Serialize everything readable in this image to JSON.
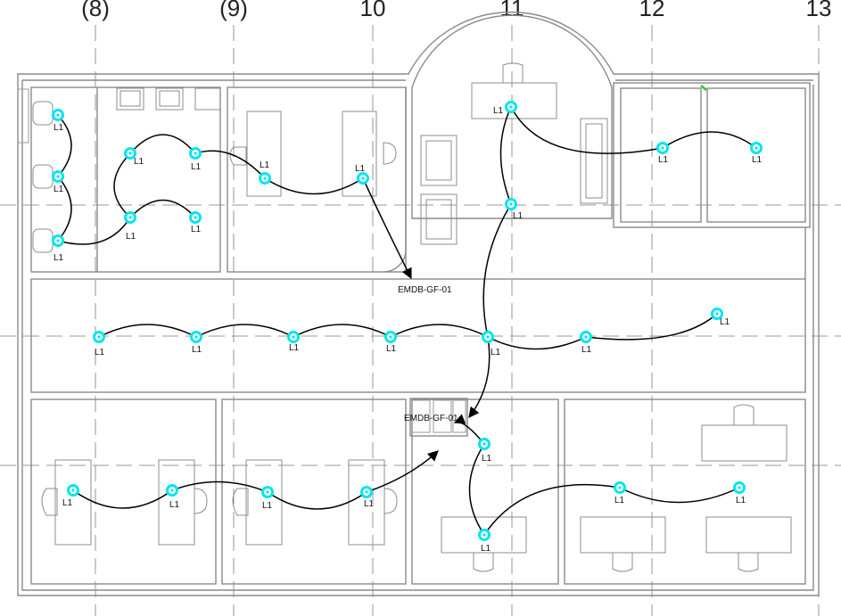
{
  "grid_labels": [
    "8",
    "9",
    "10",
    "11",
    "12",
    "13"
  ],
  "fixture_label": "L1",
  "panel_label": "EMDB-GF-01",
  "colors": {
    "fixture": "#00e5ee",
    "wire": "#000000",
    "wall": "#8a8a8a",
    "grid": "#7a7a7a",
    "marker": "#22cc22"
  }
}
